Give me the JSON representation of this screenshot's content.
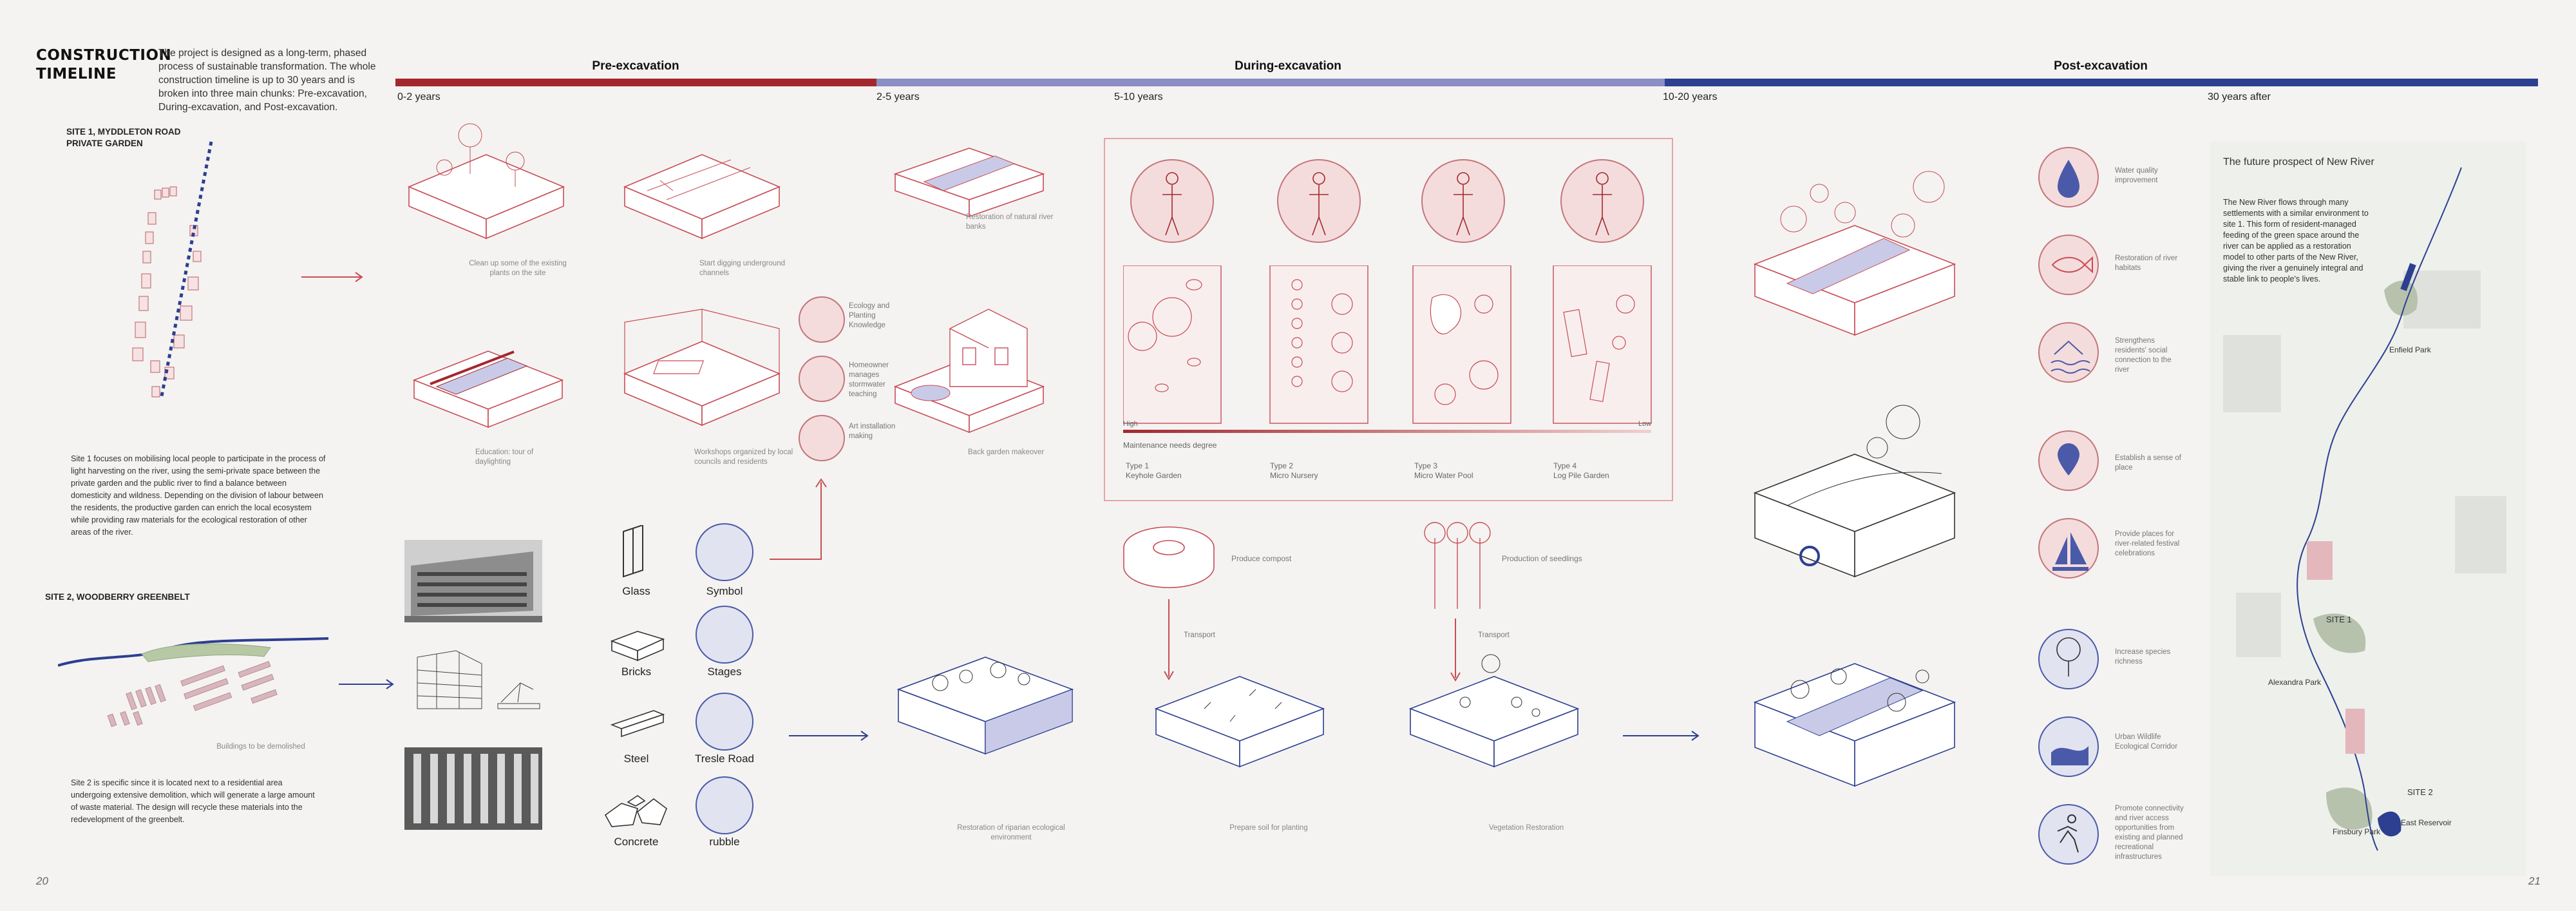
{
  "header": {
    "title_line1": "CONSTRUCTION",
    "title_line2": "TIMELINE",
    "intro": "The project is designed as a long-term, phased process of sustainable transformation. The whole construction timeline is up to 30 years and is broken into three main chunks: Pre-excavation, During-excavation, and Post-excavation."
  },
  "phases": [
    {
      "label": "Pre-excavation",
      "color": "#a3282e"
    },
    {
      "label": "During-excavation",
      "color": "#8b8fc6"
    },
    {
      "label": "Post-excavation",
      "color": "#2d3f91"
    }
  ],
  "timeline": [
    "0-2 years",
    "2-5 years",
    "5-10 years",
    "10-20 years",
    "30 years after"
  ],
  "site1": {
    "title_line1": "Site 1, MYDDLETON ROAD",
    "title_line2": "PRIVATE GARDEN",
    "description": "Site 1 focuses on mobilising local people to participate in the process of light harvesting on the river, using the semi-private space between the private garden and the public river to find a balance between domesticity and wildness. Depending on the division of labour between the residents, the productive garden can enrich the local ecosystem while providing raw materials for the ecological restoration of other areas of the river."
  },
  "site2": {
    "title": "Site 2, WOODBERRY GREENBELT",
    "demolish_caption": "Buildings to be demolished",
    "description": "Site 2 is specific since it is located next to a residential area undergoing extensive demolition, which will generate a large amount of waste material. The design will recycle these materials into the redevelopment of the greenbelt."
  },
  "pre_steps": {
    "clean": "Clean up some of the existing plants on the site",
    "dig": "Start digging underground channels",
    "restore_banks": "Restoration of natural river banks",
    "education": "Education: tour of daylighting",
    "workshops": "Workshops organized by local councils and residents",
    "back_garden": "Back garden makeover"
  },
  "knowledge": [
    "Ecology and Planting Knowledge",
    "Homeowner manages stormwater teaching",
    "Art installation making"
  ],
  "materials": [
    "Glass",
    "Bricks",
    "Steel",
    "Concrete"
  ],
  "reuse": [
    "Symbol",
    "Stages",
    "Tresle Road",
    "rubble"
  ],
  "maintenance": {
    "high": "High",
    "low": "Low",
    "title": "Maintenance needs degree",
    "types": [
      {
        "type": "Type 1",
        "name": "Keyhole Garden"
      },
      {
        "type": "Type 2",
        "name": "Micro Nursery"
      },
      {
        "type": "Type 3",
        "name": "Micro Water Pool"
      },
      {
        "type": "Type 4",
        "name": "Log Pile Garden"
      }
    ]
  },
  "during": {
    "compost": "Produce compost",
    "seedlings": "Production of seedlings",
    "transport": "Transport",
    "riparian": "Restoration of riparian ecological environment",
    "soil": "Prepare soil for planting",
    "vegetation": "Vegetation Restoration"
  },
  "benefits_red": [
    {
      "icon": "water-drop-icon",
      "label": "Water quality improvement"
    },
    {
      "icon": "fish-icon",
      "label": "Restoration of river habitats"
    },
    {
      "icon": "house-waves-icon",
      "label": "Strengthens residents' social connection to the river"
    },
    {
      "icon": "location-pin-icon",
      "label": "Establish a sense of place"
    },
    {
      "icon": "sailboat-icon",
      "label": "Provide places for river-related festival celebrations"
    }
  ],
  "benefits_blue": [
    {
      "icon": "tree-icon",
      "label": "Increase species richness"
    },
    {
      "icon": "wildlife-corridor-icon",
      "label": "Urban Wildlife Ecological Corridor"
    },
    {
      "icon": "runner-icon",
      "label": "Promote connectivity and river access opportunities from existing and planned recreational infrastructures"
    }
  ],
  "future": {
    "title": "The future prospect of New River",
    "text": "The New River flows through many settlements with a similar environment to site 1. This form of resident-managed feeding of the green space around the river can be applied as a restoration model to other parts of the New River, giving the river a genuinely integral and stable link to people's lives.",
    "labels": {
      "enfield": "Enfield Park",
      "site1": "SITE 1",
      "alexandra": "Alexandra Park",
      "site2": "SITE 2",
      "reservoir": "East Reservoir",
      "finsbury": "Finsbury Park"
    }
  },
  "pages": {
    "left": "20",
    "right": "21"
  }
}
